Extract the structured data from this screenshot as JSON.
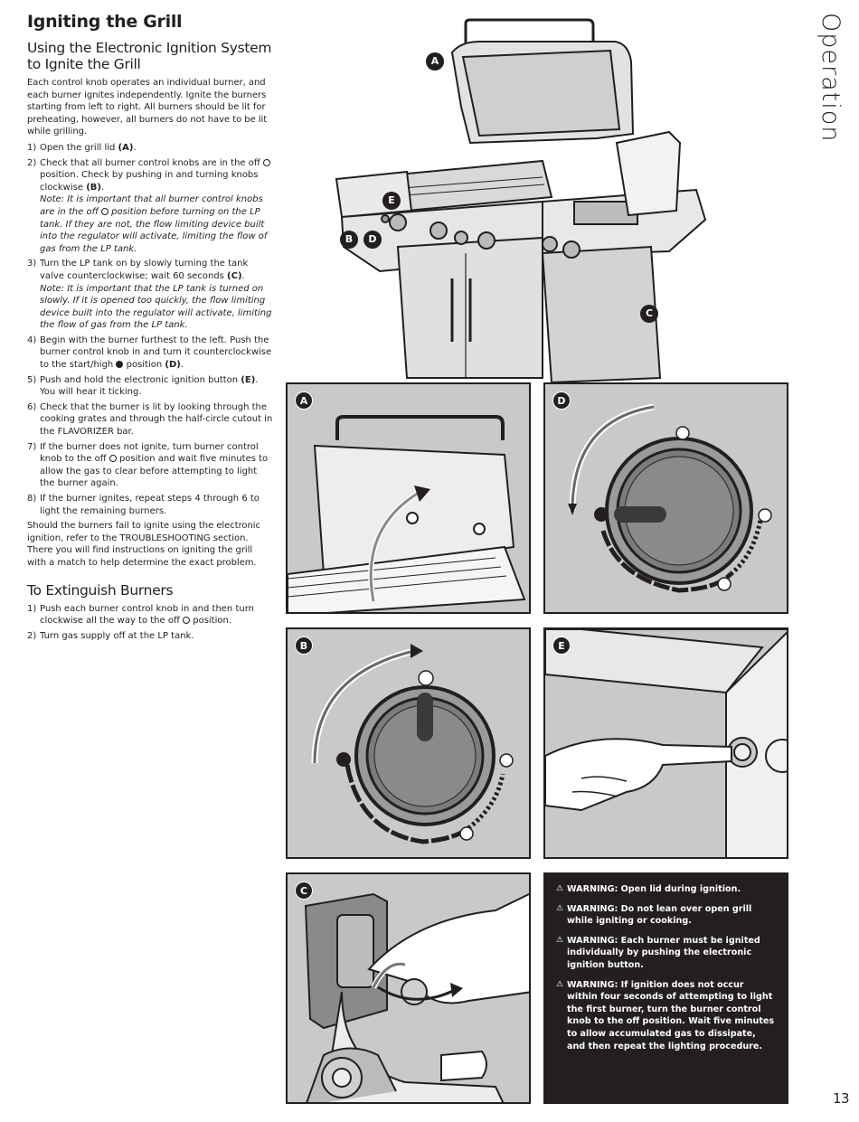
{
  "page": {
    "title": "Igniting the Grill",
    "side_tab": "Operation",
    "page_number": "13"
  },
  "ignition": {
    "heading": "Using the Electronic Ignition System to Ignite the Grill",
    "intro": "Each control knob operates an individual burner, and each burner ignites independently. Ignite the burners starting from left to right. All burners should be lit for preheating, however, all burners do not have to be lit while grilling.",
    "steps": [
      {
        "num": "1)",
        "a": "Open the grill lid ",
        "ref": "(A)",
        "b": "."
      },
      {
        "num": "2)",
        "a": "Check that all burner control knobs are in the off ",
        "b": " position. Check by pushing in and turning knobs clockwise ",
        "ref": "(B)",
        "c": ".",
        "note": "Note: It is important that all burner control knobs are in the off ",
        "note_b": " position before turning on the LP tank. If they are not, the flow limiting device built into the regulator will activate, limiting the flow of gas from the LP tank."
      },
      {
        "num": "3)",
        "a": "Turn the LP tank on by slowly turning the tank valve counterclockwise; wait 60 seconds ",
        "ref": "(C)",
        "b": ".",
        "note": "Note: It is important that the LP tank is turned on slowly. If it is opened too quickly, the flow limiting device built into the regulator will activate, limiting the flow of gas from the LP tank."
      },
      {
        "num": "4)",
        "a": "Begin with the burner furthest to the left. Push the burner control knob in and turn it counterclockwise to the start/high ",
        "b": " position ",
        "ref": "(D)",
        "c": "."
      },
      {
        "num": "5)",
        "a": "Push and hold the electronic ignition button ",
        "ref": "(E)",
        "b": ". You will hear it ticking."
      },
      {
        "num": "6)",
        "a": "Check that the burner is lit by looking through the cooking grates and through the half-circle cutout in the FLAVORIZER bar."
      },
      {
        "num": "7)",
        "a": "If the burner does not ignite, turn burner control knob to the off ",
        "b": " position and wait five minutes to allow the gas to clear before attempting to light the burner again."
      },
      {
        "num": "8)",
        "a": "If the burner ignites, repeat steps 4 through 6 to light the remaining burners."
      }
    ],
    "outro": "Should the burners fail to ignite using the electronic ignition, refer to the TROUBLESHOOTING section. There you will find instructions on igniting the grill with a match to help determine the exact problem."
  },
  "extinguish": {
    "heading": "To Extinguish Burners",
    "steps": [
      {
        "num": "1)",
        "a": "Push each burner control knob in and then turn clockwise all the way to the off ",
        "b": " position."
      },
      {
        "num": "2)",
        "a": "Turn gas supply off at the LP tank."
      }
    ]
  },
  "callouts": {
    "a": "A",
    "b": "B",
    "c": "C",
    "d": "D",
    "e": "E"
  },
  "panels": {
    "a": "A",
    "b": "B",
    "c": "C",
    "d": "D",
    "e": "E"
  },
  "warnings": [
    {
      "icon": "warning-triangle-icon",
      "text": "WARNING: Open lid during ignition."
    },
    {
      "icon": "warning-triangle-icon",
      "text": "WARNING: Do not lean over open grill while igniting or cooking."
    },
    {
      "icon": "warning-triangle-icon",
      "text": "WARNING: Each burner must be ignited individually by pushing the electronic ignition button."
    },
    {
      "icon": "warning-triangle-icon",
      "text": "WARNING: If ignition does not occur within four seconds of attempting to light the first burner, turn the burner control knob to the off position. Wait five minutes to allow accumulated gas to dissipate, and then repeat the lighting procedure."
    }
  ],
  "colors": {
    "ink": "#231f20",
    "panel_bg": "#c9c9c9",
    "warning_bg": "#231f20"
  }
}
